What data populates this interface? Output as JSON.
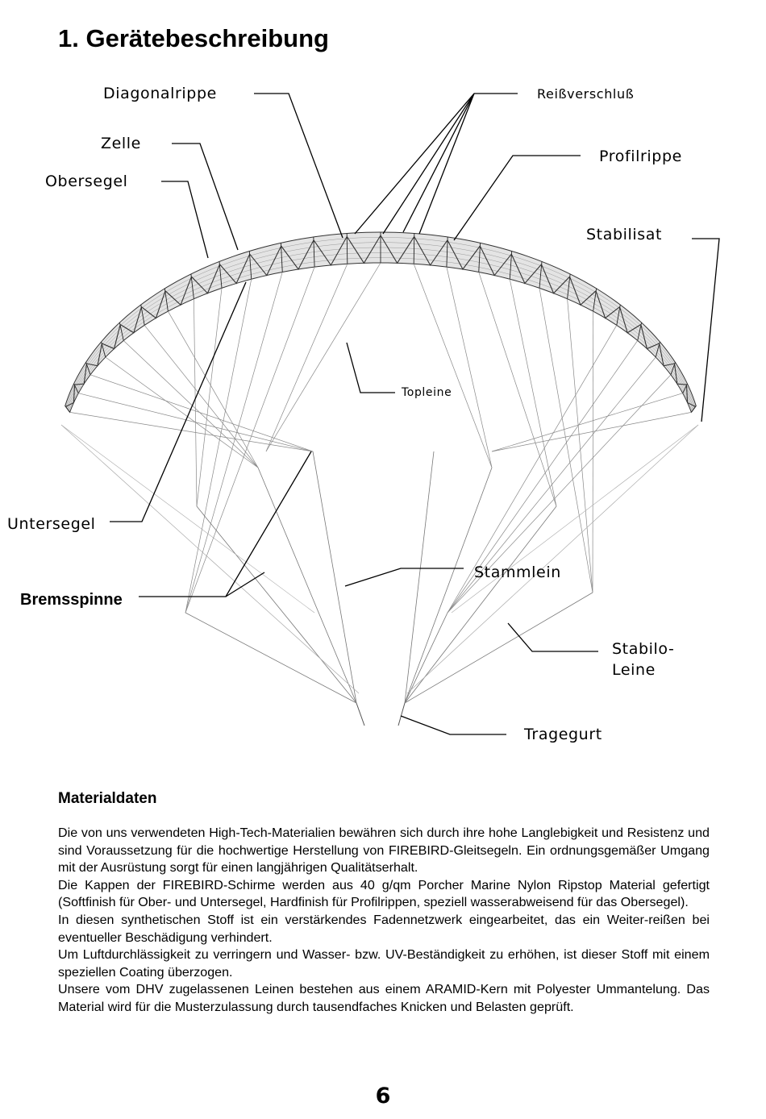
{
  "page": {
    "title": "1. Gerätebeschreibung",
    "number": "6"
  },
  "diagram": {
    "labels": {
      "diagonalrippe": "Diagonalrippe",
      "reissverschluss": "Reißverschluß",
      "zelle": "Zelle",
      "profilrippe": "Profilrippe",
      "obersegel": "Obersegel",
      "stabilisat": "Stabilisat",
      "topleine": "Topleine",
      "untersegel": "Untersegel",
      "stammlein": "Stammlein",
      "bremsspinne": "Bremsspinne",
      "stabilo_leine_1": "Stabilo-",
      "stabilo_leine_2": "Leine",
      "tragegurt": "Tragegurt"
    }
  },
  "materials": {
    "heading": "Materialdaten",
    "paragraphs": [
      "Die von uns verwendeten High-Tech-Materialien bewähren sich durch ihre hohe Langlebigkeit und Resistenz und sind Voraussetzung für die hochwertige Herstellung von FIREBIRD-Gleitsegeln. Ein ordnungsgemäßer Umgang mit der Ausrüstung sorgt für einen langjährigen Qualitätserhalt.",
      "Die Kappen der FIREBIRD-Schirme werden aus 40 g/qm Porcher Marine Nylon Ripstop Material gefertigt (Softfinish für Ober- und Untersegel, Hardfinish für Profilrippen, speziell wasserabweisend für das Obersegel).",
      "In diesen synthetischen Stoff ist ein verstärkendes Fadennetzwerk eingearbeitet, das ein Weiter-reißen bei eventueller Beschädigung verhindert.",
      "Um Luftdurchlässigkeit zu verringern und Wasser- bzw. UV-Beständigkeit zu erhöhen, ist dieser Stoff mit einem speziellen Coating überzogen.",
      "Unsere vom DHV zugelassenen Leinen bestehen aus einem ARAMID-Kern mit Polyester Ummantelung. Das Material wird für die Musterzulassung durch tausendfaches Knicken und Belasten geprüft."
    ]
  }
}
